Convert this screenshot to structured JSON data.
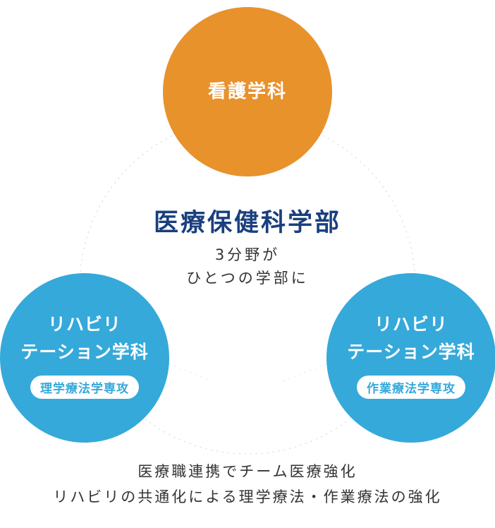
{
  "colors": {
    "orange": "#E8922C",
    "blue": "#35A9DA",
    "navy": "#1A3F7E",
    "pill_text": "#35A9DA"
  },
  "nodes": {
    "top": {
      "label": "看護学科"
    },
    "left": {
      "label_line1": "リハビリ",
      "label_line2": "テーション学科",
      "pill": "理学療法学専攻"
    },
    "right": {
      "label_line1": "リハビリ",
      "label_line2": "テーション学科",
      "pill": "作業療法学専攻"
    }
  },
  "center": {
    "title": "医療保健科学部",
    "sub_line1": "3分野が",
    "sub_line2": "ひとつの学部に"
  },
  "footer": {
    "line1": "医療職連携でチーム医療強化",
    "line2": "リハビリの共通化による理学療法・作業療法の強化"
  }
}
